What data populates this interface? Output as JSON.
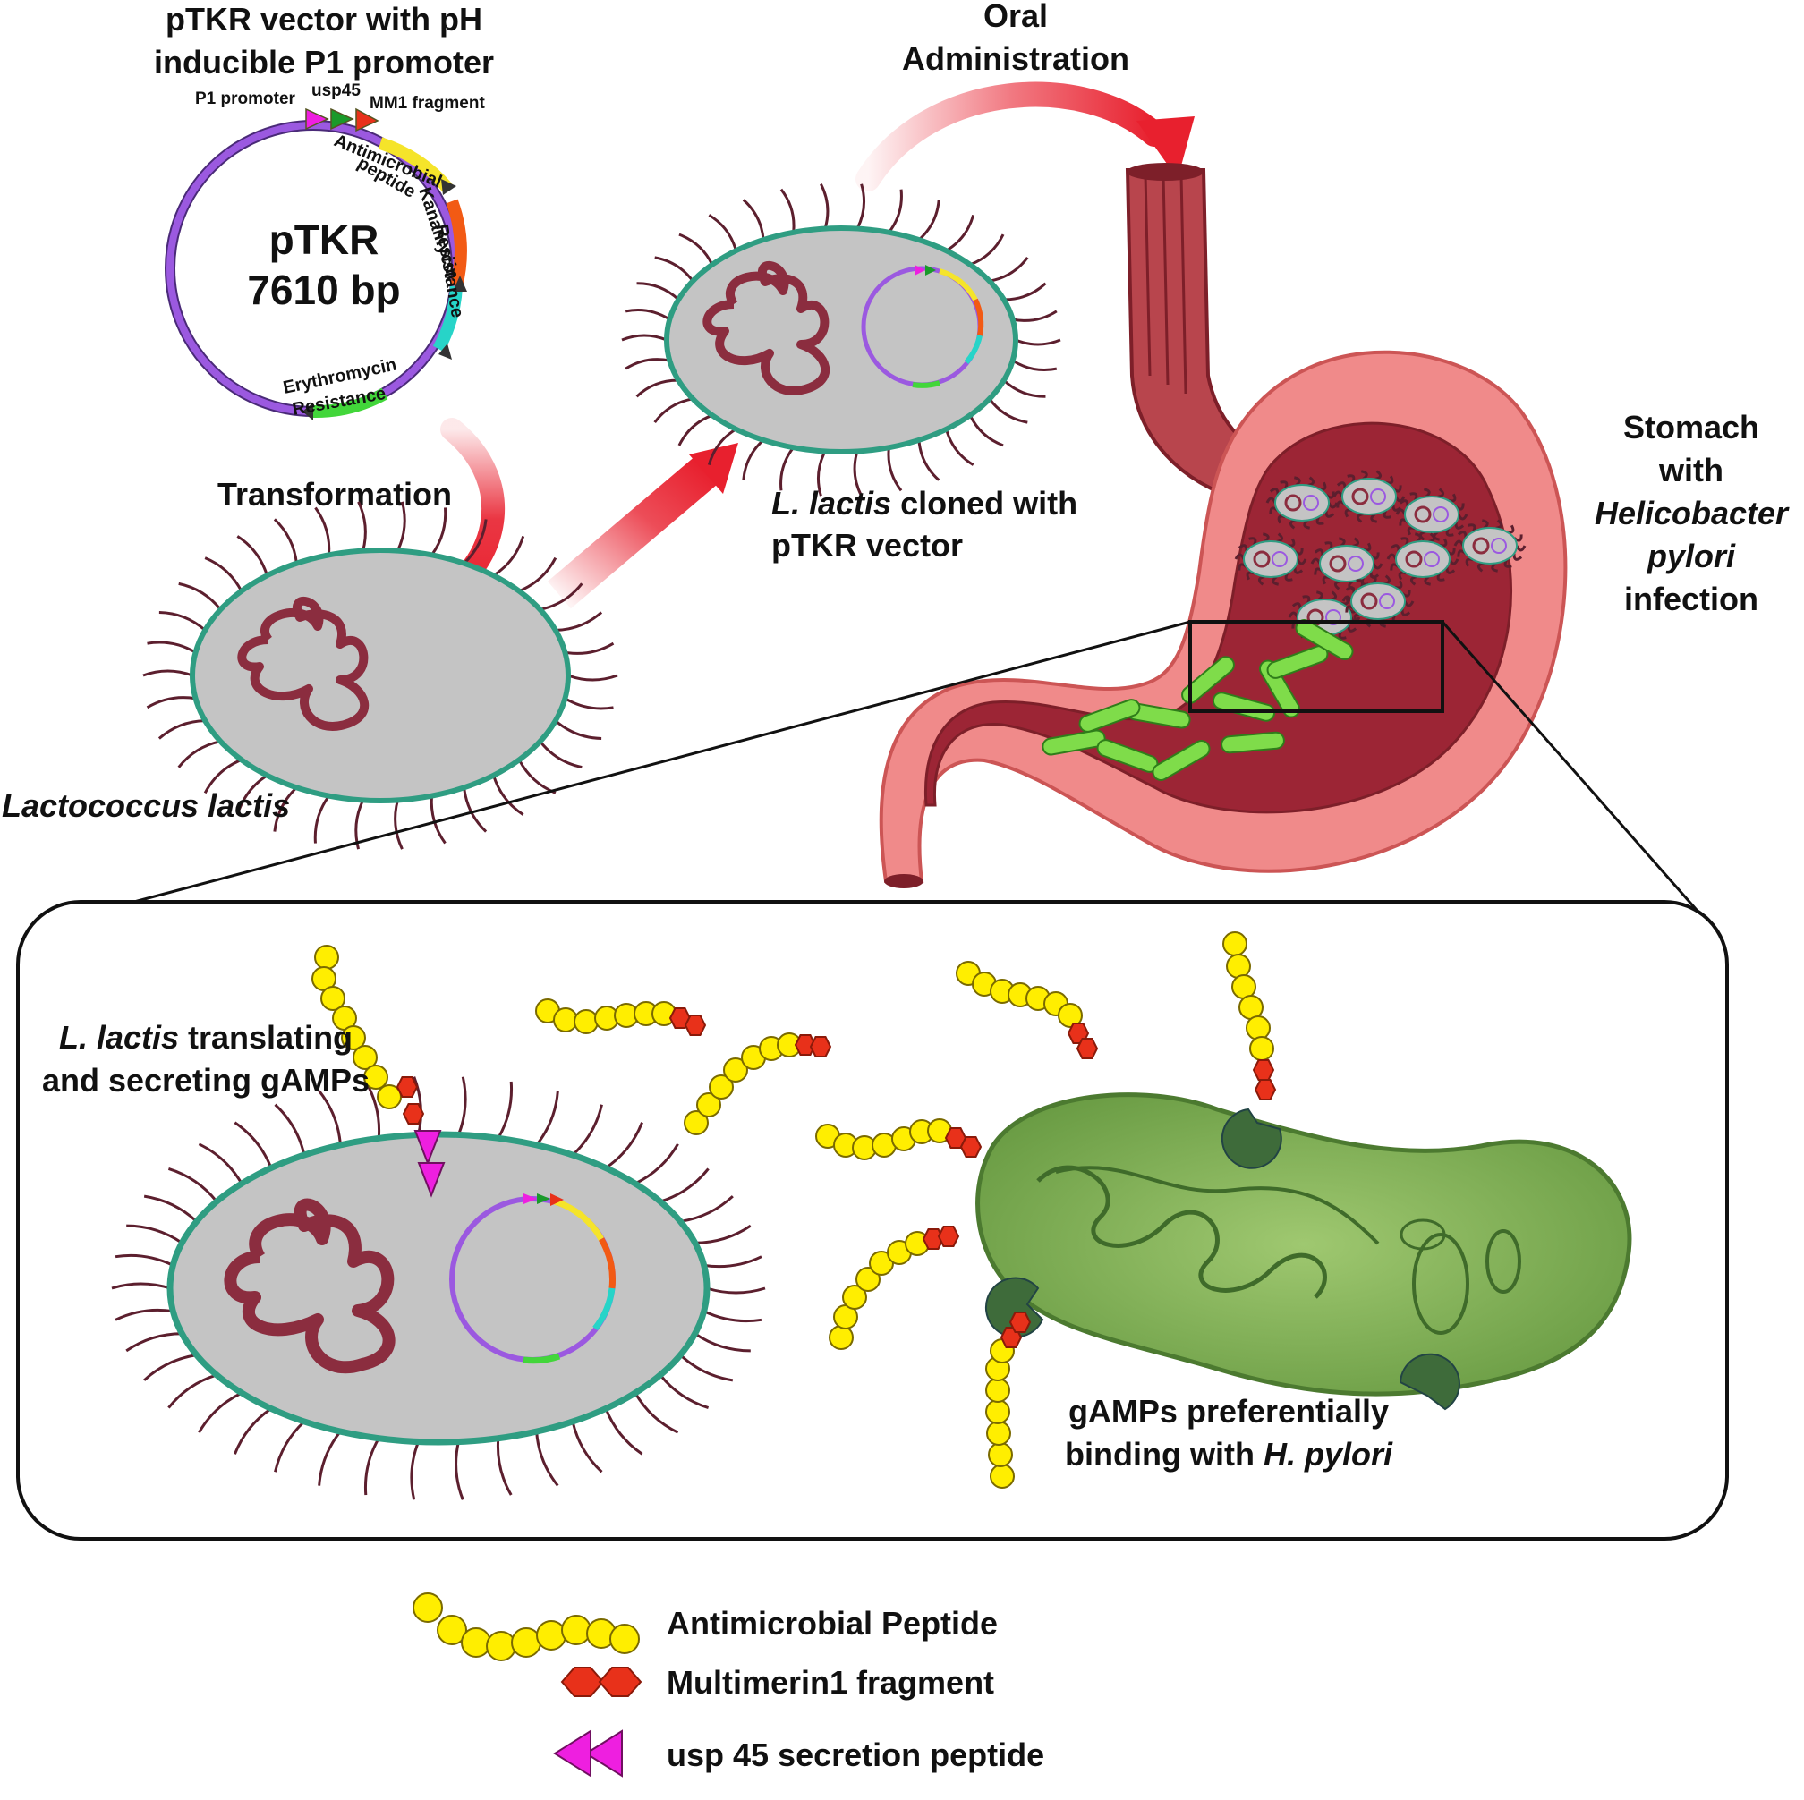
{
  "plasmid": {
    "title_line1": "pTKR vector with pH",
    "title_line2": "inducible P1 promoter",
    "name": "pTKR",
    "size": "7610 bp",
    "label_p1": "P1 promoter",
    "label_usp45": "usp45",
    "label_mm1": "MM1 fragment",
    "label_amp_1": "Antimicrobial",
    "label_amp_2": "peptide",
    "label_kan_1": "Kanamycin",
    "label_kan_2": "Resistance",
    "label_ery_1": "Erythromycin",
    "label_ery_2": "Resistance"
  },
  "steps": {
    "transformation": "Transformation",
    "oral_line1": "Oral",
    "oral_line2": "Administration",
    "cloned_italic": "L. lactis",
    "cloned_rest": " cloned with",
    "cloned_line2": "pTKR vector",
    "lactococcus": "Lactococcus lactis"
  },
  "stomach": {
    "line1": "Stomach",
    "line2": "with",
    "line3": "Helicobacter",
    "line4": "pylori",
    "line5": "infection"
  },
  "zoom": {
    "secreting_italic": "L. lactis",
    "secreting_rest": " translating",
    "secreting_line2": "and secreting gAMPs",
    "binding_line1": "gAMPs preferentially",
    "binding_line2_a": "binding with ",
    "binding_line2_b": "H. pylori"
  },
  "legend": {
    "amp": "Antimicrobial Peptide",
    "mm1": "Multimerin1 fragment",
    "usp": "usp 45 secretion peptide"
  },
  "colors": {
    "cell_fill": "#c4c4c4",
    "cell_border": "#2f9d82",
    "dna": "#8b2d3f",
    "flagella": "#5c1f2e",
    "arrow_red": "#e8202e",
    "peptide_yellow": "#ffee00",
    "mm1_red": "#e8311a",
    "usp_magenta": "#ee1fe0",
    "hpylori_green": "#7fb055",
    "stomach_pink": "#ef8a8a",
    "stomach_inner": "#9c2535"
  }
}
